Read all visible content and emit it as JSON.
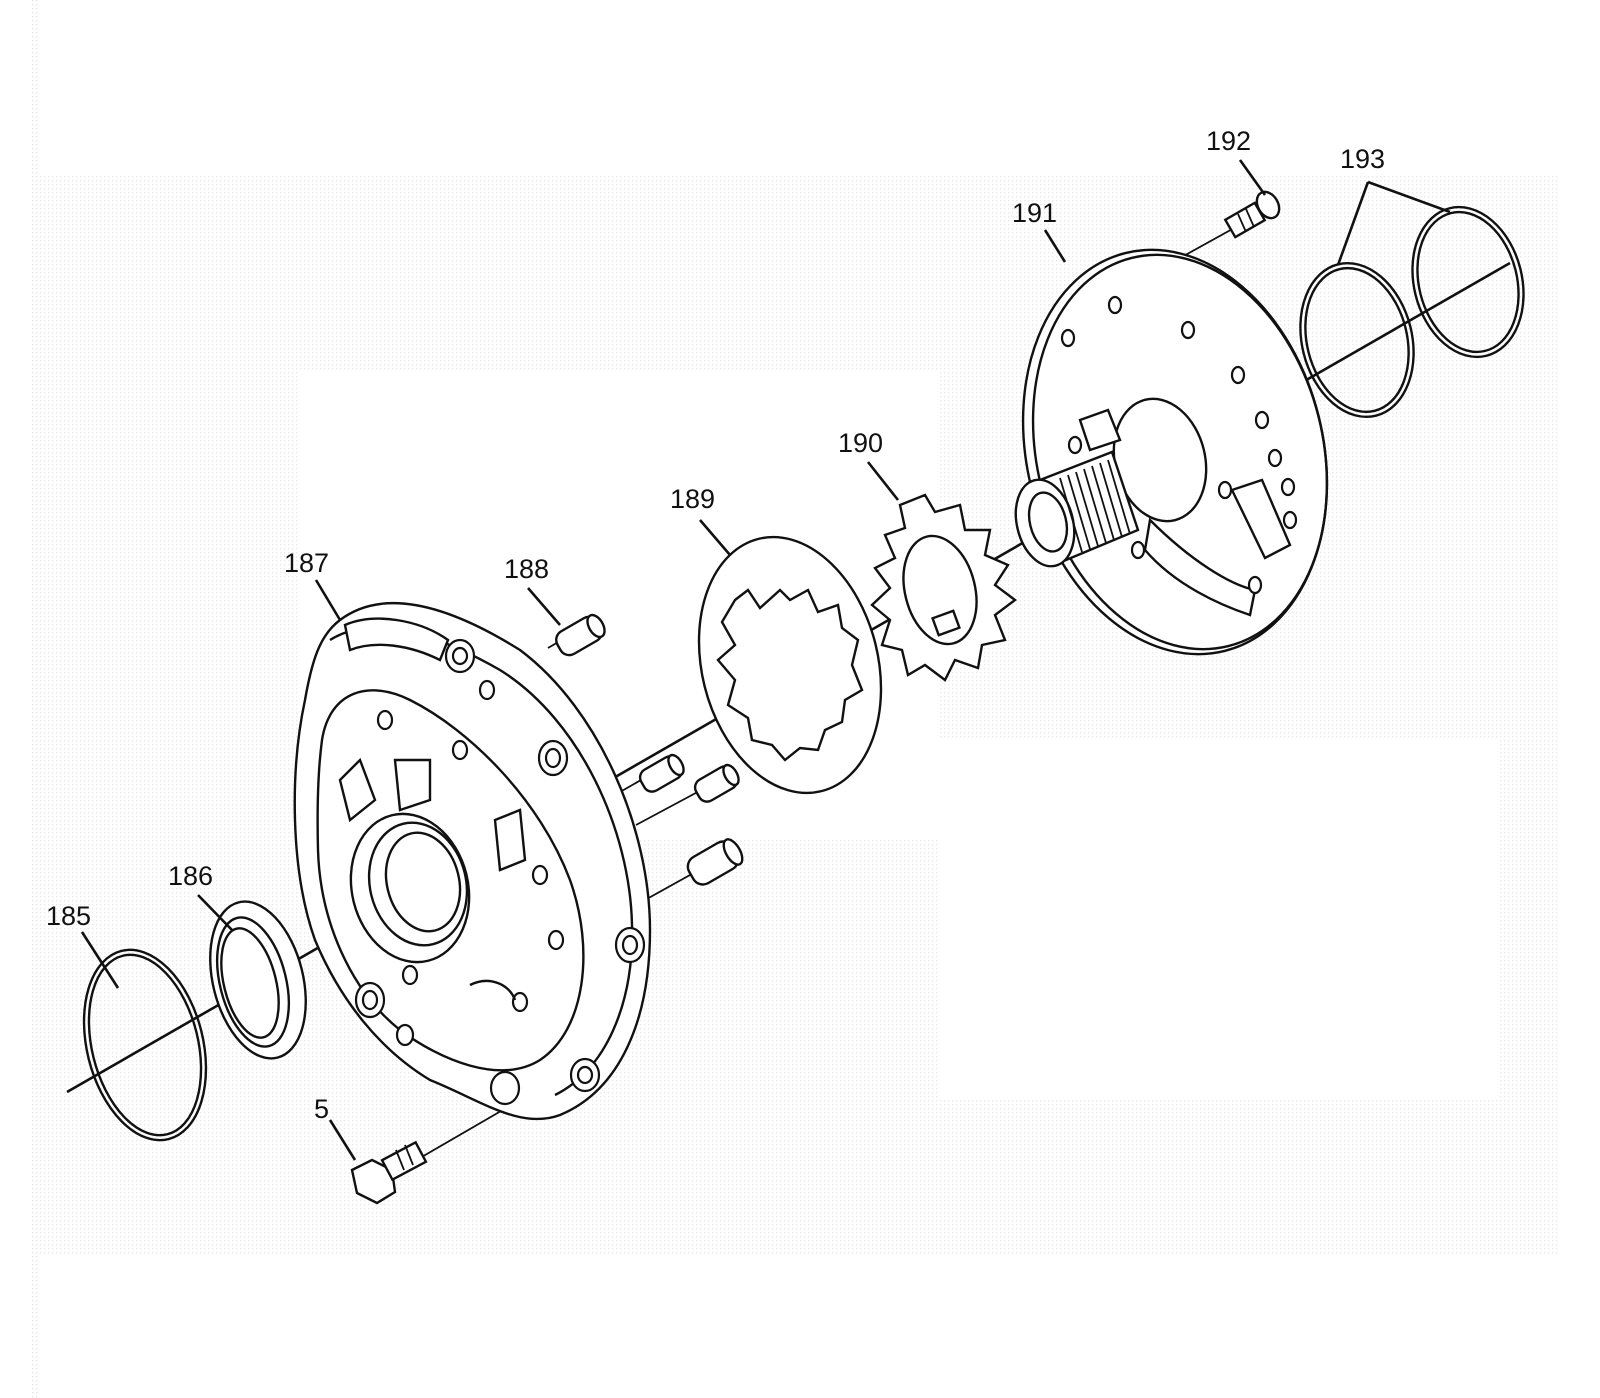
{
  "callouts": {
    "c5": "5",
    "c185": "185",
    "c186": "186",
    "c187": "187",
    "c188": "188",
    "c189": "189",
    "c190": "190",
    "c191": "191",
    "c192": "192",
    "c193": "193"
  },
  "colors": {
    "ink": "#111111",
    "screen": "#d9d9d9",
    "background": "#ffffff"
  }
}
